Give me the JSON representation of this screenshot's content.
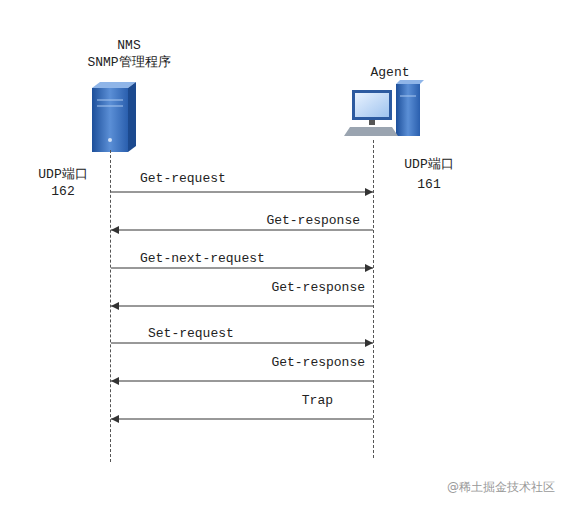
{
  "diagram": {
    "nodes": [
      {
        "text": [
          "NMS SNMP管理程序",
          "UDP端口 162"
        ]
      },
      {
        "text": [
          "Agent",
          "UDP端口 161"
        ]
      }
    ],
    "edges": [
      {
        "from": 0,
        "to": 1,
        "label": "Get-request",
        "arrow": "to"
      },
      {
        "from": 1,
        "to": 0,
        "label": "Get-response",
        "arrow": "to"
      },
      {
        "from": 0,
        "to": 1,
        "label": "Get-next-request",
        "arrow": "to"
      },
      {
        "from": 1,
        "to": 0,
        "label": "Get-response",
        "arrow": "to"
      },
      {
        "from": 0,
        "to": 1,
        "label": "Set-request",
        "arrow": "to"
      },
      {
        "from": 1,
        "to": 0,
        "label": "Get-response",
        "arrow": "to"
      },
      {
        "from": 1,
        "to": 0,
        "label": "Trap",
        "arrow": "to"
      }
    ],
    "labels": [
      "@稀土掘金技术社区"
    ]
  }
}
